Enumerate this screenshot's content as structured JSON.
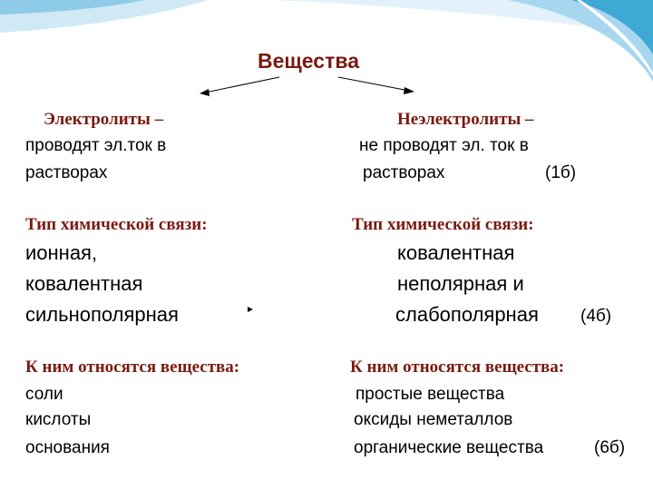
{
  "title": "Вещества",
  "left": {
    "heading": "Электролиты –",
    "line1": "проводят эл.ток в",
    "line2": "растворах",
    "bond_heading": "Тип химической связи:",
    "bond_lines": [
      "ионная,",
      "ковалентная",
      "сильнополярная"
    ],
    "substances_heading": "К ним относятся вещества:",
    "substances": [
      "соли",
      "кислоты",
      "основания"
    ]
  },
  "right": {
    "heading": "Неэлектролиты –",
    "line1": "не проводят эл. ток в",
    "line2": "растворах",
    "score1": "(1б)",
    "bond_heading": "Тип химической связи:",
    "bond_lines": [
      "ковалентная",
      "неполярная и",
      "слабополярная"
    ],
    "score2": "(4б)",
    "substances_heading": "К ним относятся вещества:",
    "substances": [
      "простые вещества",
      "оксиды неметаллов",
      "органические вещества"
    ],
    "score3": "(6б)"
  },
  "colors": {
    "heading": "#7a1a10",
    "decoration_blue": "#3fa9d6",
    "decoration_light": "#cfe9f5"
  }
}
